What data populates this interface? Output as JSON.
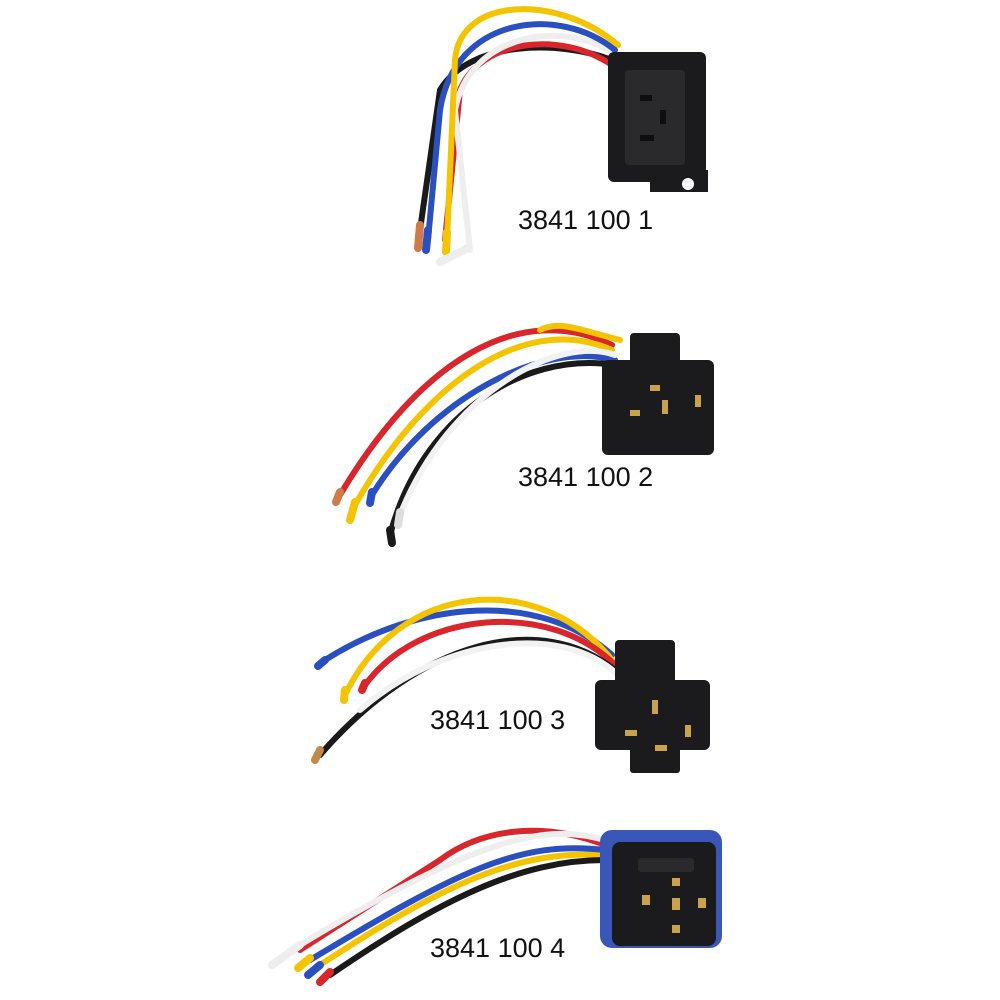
{
  "products": [
    {
      "part_number": "3841 100 1"
    },
    {
      "part_number": "3841 100 2"
    },
    {
      "part_number": "3841 100 3"
    },
    {
      "part_number": "3841 100 4"
    }
  ],
  "colors": {
    "wire_yellow": "#f5c400",
    "wire_blue": "#2a4fc0",
    "wire_red": "#d8262c",
    "wire_black": "#1a1a1a",
    "wire_white": "#f2f2f2",
    "housing_black": "#1b1b1d",
    "seal_blue": "#3a57b8"
  }
}
